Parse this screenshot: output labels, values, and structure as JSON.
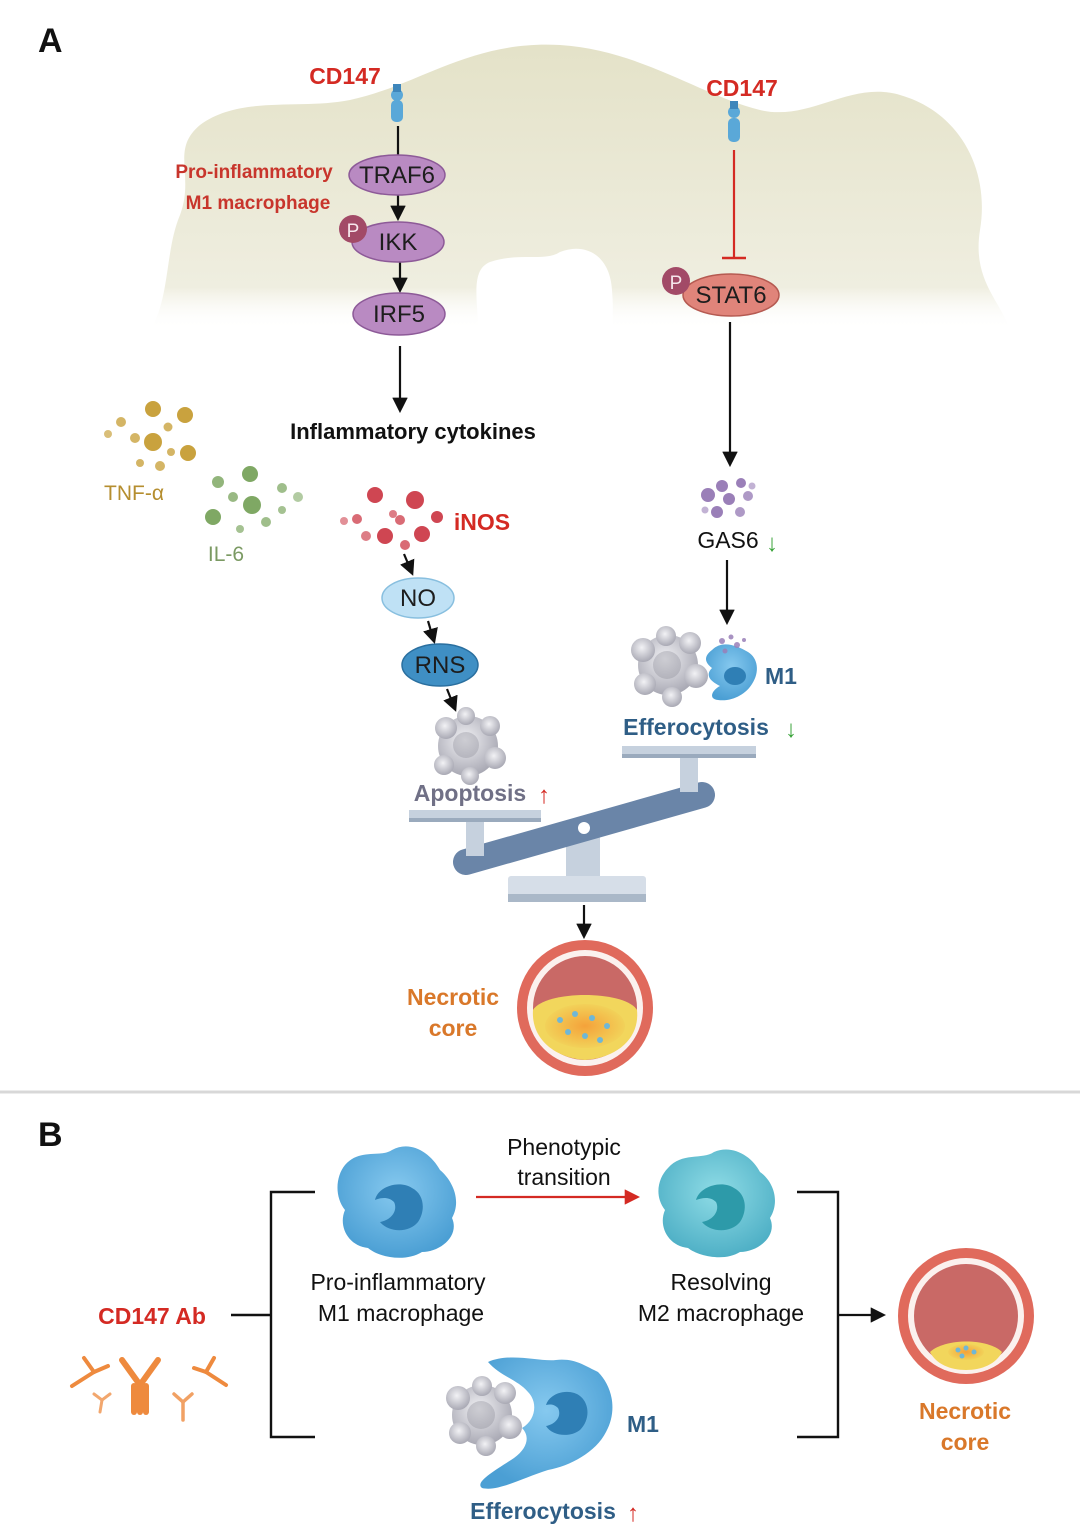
{
  "panel_a": {
    "letter": "A",
    "cd147_left": "CD147",
    "cd147_right": "CD147",
    "cell_label_line1": "Pro-inflammatory",
    "cell_label_line2": "M1 macrophage",
    "nodes": {
      "traf6": "TRAF6",
      "ikk": "IKK",
      "irf5": "IRF5",
      "stat6": "STAT6",
      "no": "NO",
      "rns": "RNS"
    },
    "phospho": "P",
    "inflammatory_cytokines": "Inflammatory cytokines",
    "tnf": "TNF-α",
    "il6": "IL-6",
    "inos": "iNOS",
    "gas6": "GAS6",
    "gas6_trend": "↓",
    "m1_label": "M1",
    "efferocytosis": "Efferocytosis",
    "efferocytosis_trend": "↓",
    "apoptosis": "Apoptosis",
    "apoptosis_trend": "↑",
    "necrotic_line1": "Necrotic",
    "necrotic_line2": "core"
  },
  "panel_b": {
    "letter": "B",
    "transition_line1": "Phenotypic",
    "transition_line2": "transition",
    "m1_line1": "Pro-inflammatory",
    "m1_line2": "M1 macrophage",
    "m2_line1": "Resolving",
    "m2_line2": "M2 macrophage",
    "cd147_ab": "CD147 Ab",
    "m1_label": "M1",
    "efferocytosis": "Efferocytosis",
    "efferocytosis_trend": "↑",
    "necrotic_line1": "Necrotic",
    "necrotic_line2": "core"
  },
  "colors": {
    "red_text": "#d42a23",
    "orange_text": "#d9782a",
    "purple_node": "#b98ac2",
    "salmon_node": "#e0847a",
    "light_blue_node": "#bfe1f5",
    "dark_blue_node": "#3f8fc4",
    "blue_text": "#2f5e86",
    "cell_fill": "#e8e6d2",
    "m1_cell": "#62b3e4",
    "m2_cell": "#69c6d6",
    "green_arrow": "#3aa33a"
  }
}
